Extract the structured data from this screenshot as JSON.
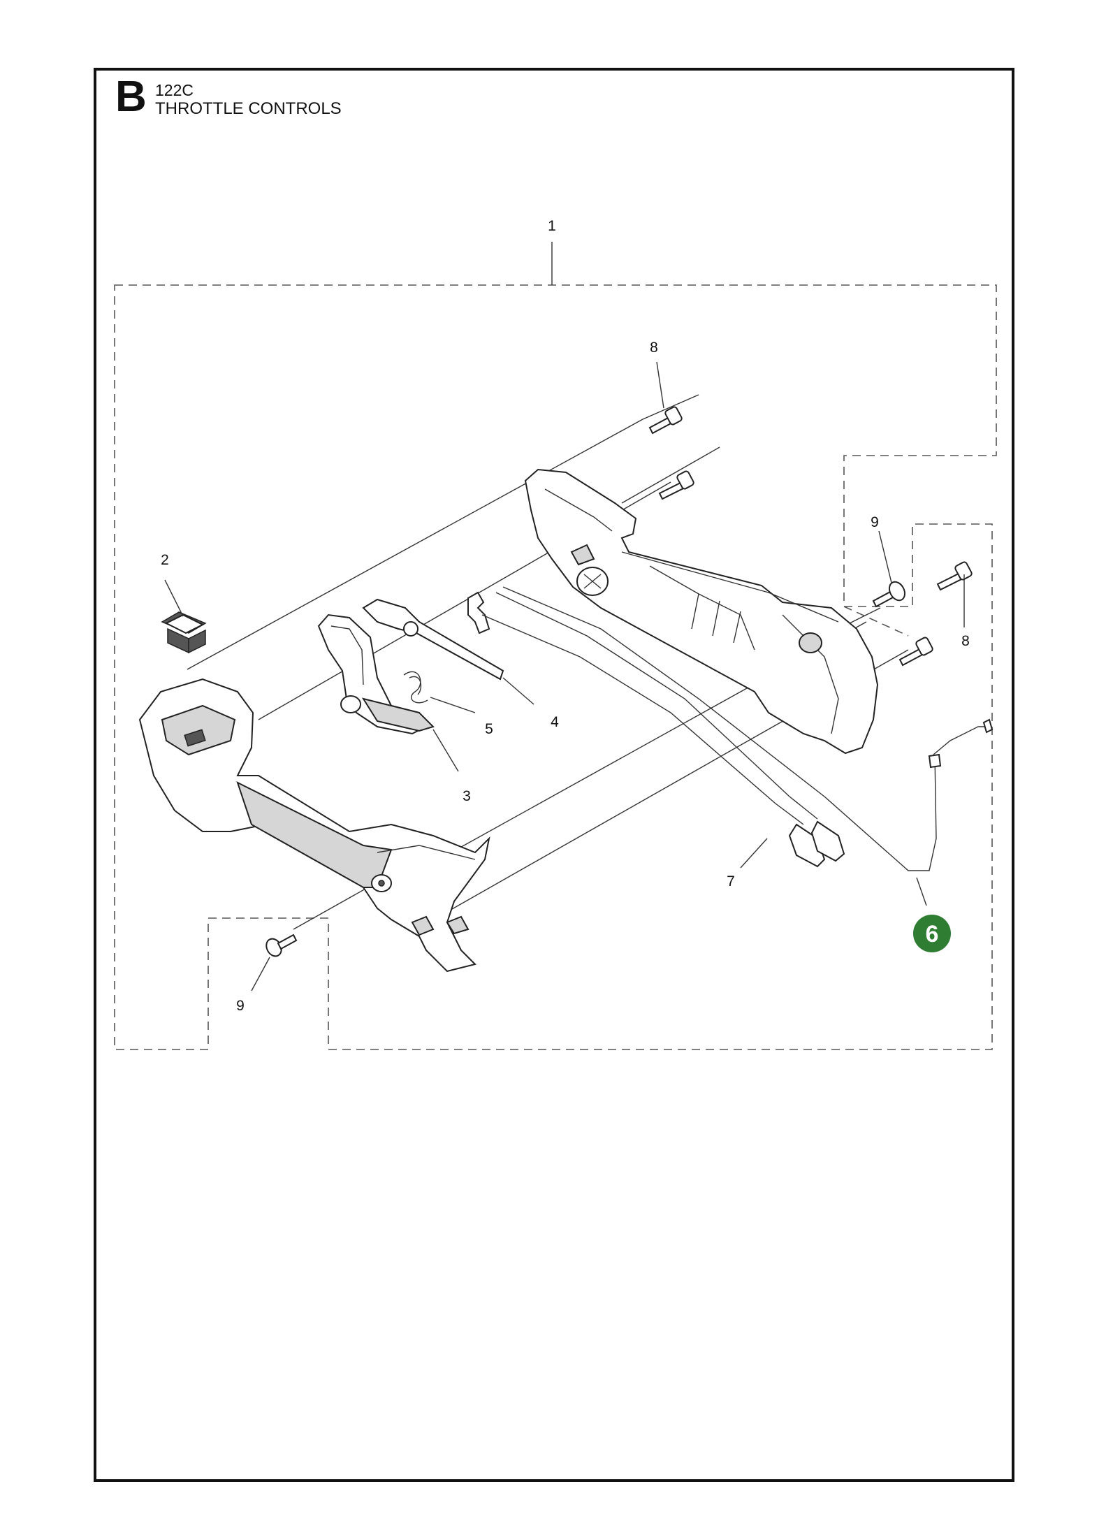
{
  "header": {
    "section_letter": "B",
    "model": "122C",
    "title": "THROTTLE CONTROLS"
  },
  "callouts": {
    "c1": "1",
    "c2": "2",
    "c3": "3",
    "c4": "4",
    "c5": "5",
    "c6": "6",
    "c7": "7",
    "c8a": "8",
    "c8b": "8",
    "c9a": "9",
    "c9b": "9"
  },
  "highlighted_callout": "6",
  "colors": {
    "highlight": "#2e7d32",
    "line": "#222222"
  }
}
